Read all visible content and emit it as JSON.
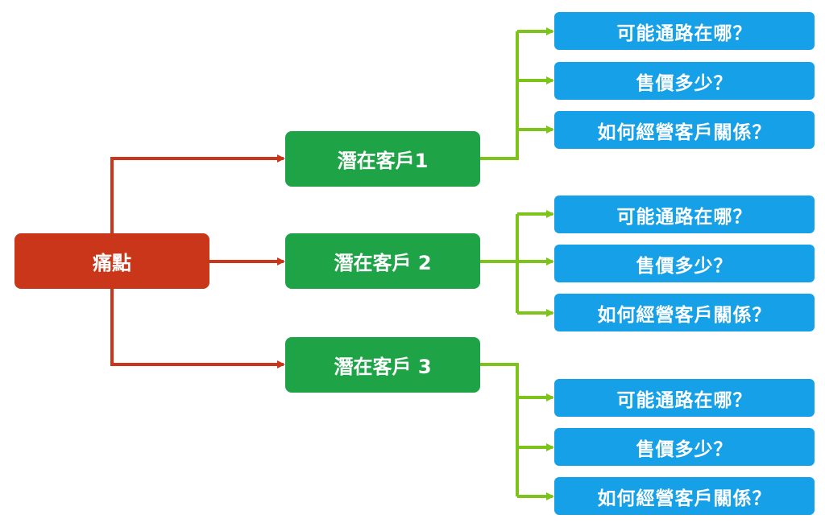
{
  "diagram": {
    "root": {
      "label": "痛點",
      "color": "#c9361a"
    },
    "customers": [
      {
        "label": "潛在客戶1",
        "questions": [
          "可能通路在哪？",
          "售價多少？",
          "如何經營客戶關係？"
        ]
      },
      {
        "label": "潛在客戶 2",
        "questions": [
          "可能通路在哪？",
          "售價多少？",
          "如何經營客戶關係？"
        ]
      },
      {
        "label": "潛在客戶 3",
        "questions": [
          "可能通路在哪？",
          "售價多少？",
          "如何經營客戶關係？"
        ]
      }
    ],
    "colors": {
      "root_fill": "#c9361a",
      "root_connector": "#c9361a",
      "customer_fill": "#1fa347",
      "customer_connector": "#7cc41a",
      "question_fill": "#15a0e8"
    }
  }
}
